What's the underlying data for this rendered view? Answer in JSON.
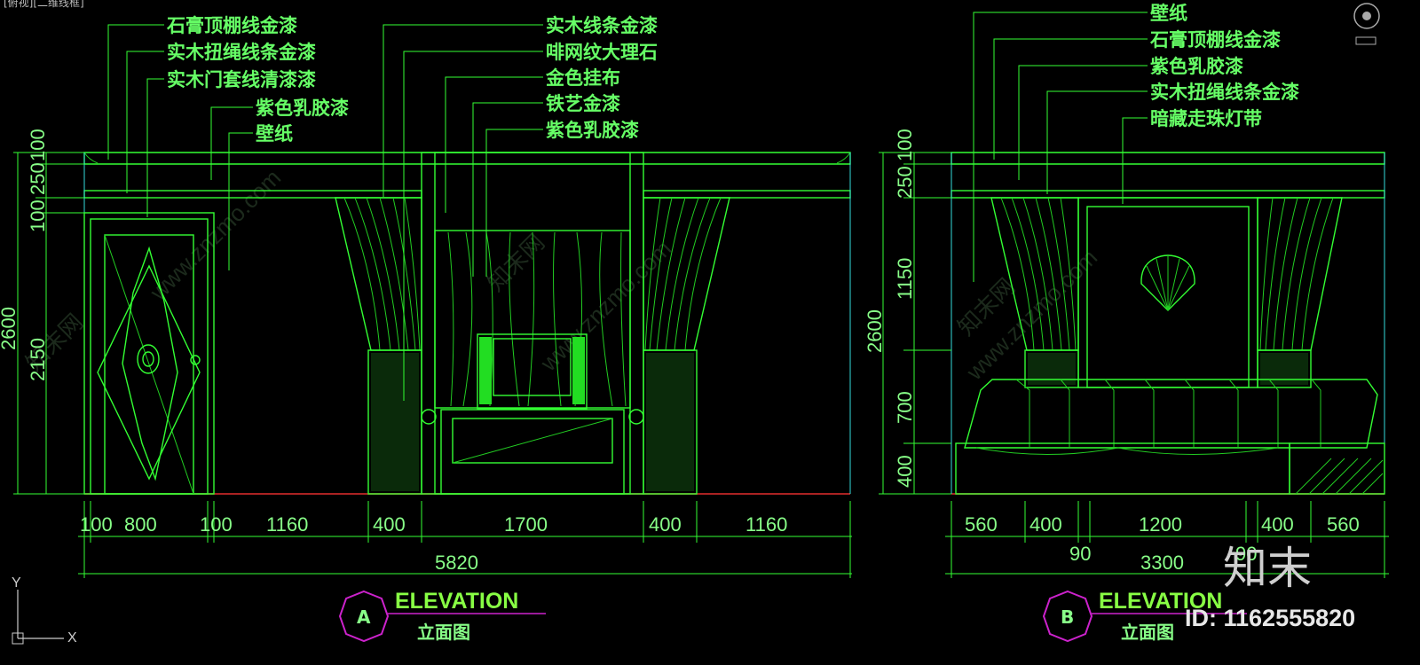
{
  "header": {
    "viewport_label": "[俯视][二维线框]"
  },
  "elevation_a": {
    "labels_left": [
      "石膏顶棚线金漆",
      "实木扭绳线条金漆",
      "实木门套线清漆漆",
      "紫色乳胶漆",
      "壁纸"
    ],
    "labels_right": [
      "实木线条金漆",
      "啡网纹大理石",
      "金色挂布",
      "铁艺金漆",
      "紫色乳胶漆"
    ],
    "v_dims": [
      "100",
      "250",
      "100",
      "2150",
      "2600"
    ],
    "h_dims": [
      "100",
      "800",
      "100",
      "1160",
      "400",
      "1700",
      "400",
      "1160"
    ],
    "total": "5820",
    "tag_letter": "A",
    "tag_title": "ELEVATION",
    "tag_sub": "立面图"
  },
  "elevation_b": {
    "labels": [
      "壁纸",
      "石膏顶棚线金漆",
      "紫色乳胶漆",
      "实木扭绳线条金漆",
      "暗藏走珠灯带"
    ],
    "v_dims": [
      "100",
      "250",
      "1150",
      "700",
      "400",
      "2600"
    ],
    "h_dims": [
      "560",
      "400",
      "1200",
      "400",
      "560"
    ],
    "small_dims": [
      "90",
      "90"
    ],
    "total": "3300",
    "tag_letter": "B",
    "tag_title": "ELEVATION",
    "tag_sub": "立面图"
  },
  "watermark": {
    "site": "www.znzmo.com",
    "brand": "知末网",
    "logo": "知末",
    "id_text": "ID: 1162555820"
  },
  "ucs": {
    "x_label": "X",
    "y_label": "Y"
  },
  "nav_icon": "compass-icon",
  "colors": {
    "line": "#33ff33",
    "cyan": "#33dddd",
    "floor": "#aa2222",
    "tag": "#cc22cc",
    "background": "#000000"
  }
}
